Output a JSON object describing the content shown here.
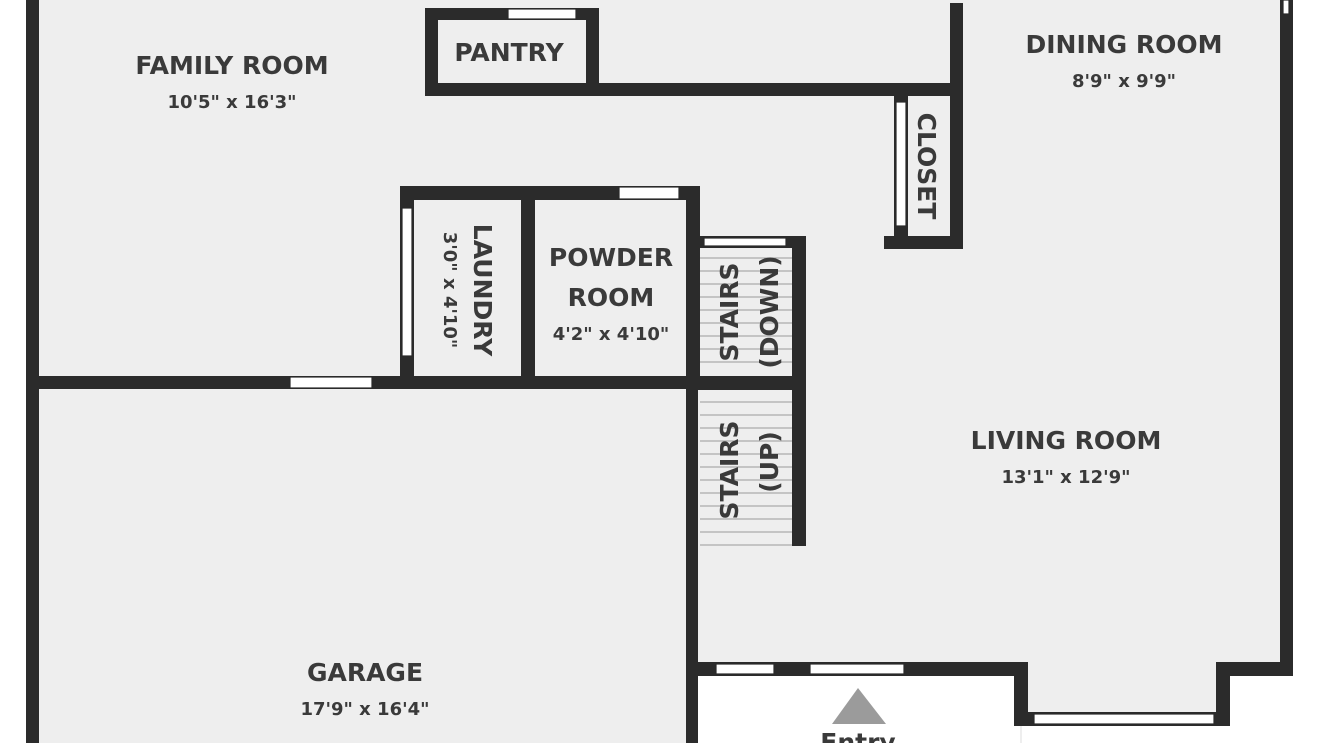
{
  "rooms": {
    "family_room": {
      "name": "FAMILY ROOM",
      "dim": "10'5\" x 16'3\""
    },
    "pantry": {
      "name": "PANTRY"
    },
    "dining_room": {
      "name": "DINING ROOM",
      "dim": "8'9\" x 9'9\""
    },
    "closet": {
      "name": "CLOSET"
    },
    "laundry": {
      "name": "LAUNDRY",
      "dim": "3'0\" x 4'10\""
    },
    "powder_room": {
      "name_line1": "POWDER",
      "name_line2": "ROOM",
      "dim": "4'2\" x 4'10\""
    },
    "stairs_down": {
      "name_line1": "STAIRS",
      "name_line2": "(DOWN)"
    },
    "stairs_up": {
      "name_line1": "STAIRS",
      "name_line2": "(UP)"
    },
    "living_room": {
      "name": "LIVING ROOM",
      "dim": "13'1\" x 12'9\""
    },
    "garage": {
      "name": "GARAGE",
      "dim": "17'9\" x 16'4\""
    },
    "entry": {
      "name": "Entry"
    }
  },
  "colors": {
    "wall": "#2b2b2b",
    "floor": "#eeeeee",
    "text": "#3a3a3a",
    "entry_marker": "#9b9b9b"
  }
}
